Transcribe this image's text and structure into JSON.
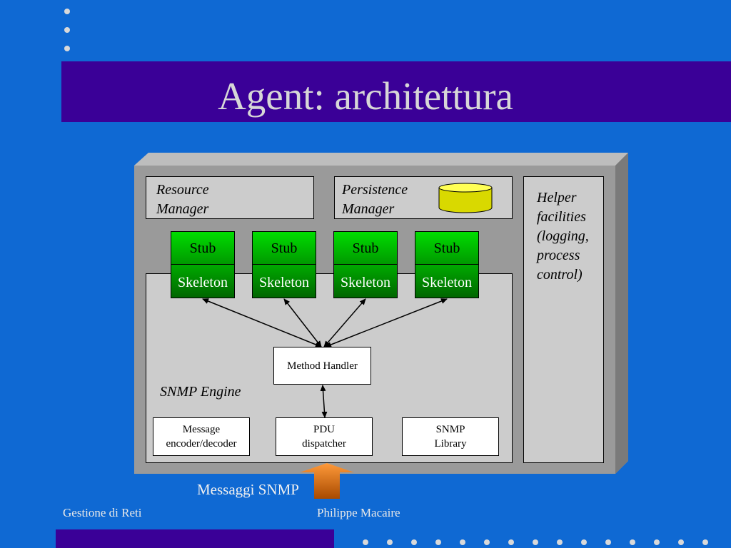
{
  "slide": {
    "title": "Agent: architettura",
    "footer_left": "Gestione di Reti",
    "footer_center": "Philippe Macaire"
  },
  "diagram": {
    "resource_manager": "Resource\nManager",
    "persistence_manager": "Persistence\nManager",
    "helper_facilities": "Helper\nfacilities\n(logging,\nprocess\ncontrol)",
    "stub_label": "Stub",
    "skeleton_label": "Skeleton",
    "method_handler": "Method Handler",
    "snmp_engine": "SNMP Engine",
    "message_codec": "Message\nencoder/decoder",
    "pdu_dispatcher": "PDU\ndispatcher",
    "snmp_library": "SNMP\nLibrary",
    "messages_label": "Messaggi SNMP"
  },
  "colors": {
    "background": "#0f69d3",
    "title_band": "#3a0097",
    "stub_green": "#00cc00",
    "skeleton_green": "#008800",
    "cylinder_yellow": "#ffff33",
    "arrow_orange": "#f28c28"
  },
  "icons": {
    "database": "database-cylinder-icon",
    "incoming_arrow": "up-arrow-icon"
  }
}
